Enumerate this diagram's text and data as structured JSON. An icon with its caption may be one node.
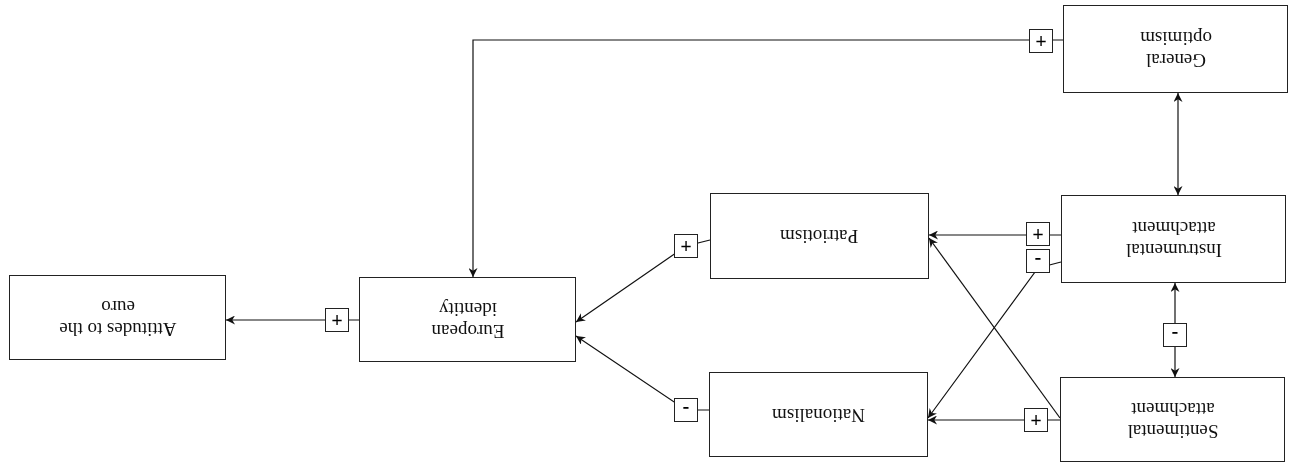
{
  "diagram": {
    "nodes": [
      {
        "text": [
          "General optimism"
        ]
      },
      {
        "text": [
          "Instrumental attachment"
        ]
      },
      {
        "text": [
          "Sentimental attachment"
        ]
      },
      {
        "text": [
          "Patriotism"
        ]
      },
      {
        "text": [
          "Nationalism"
        ]
      },
      {
        "text": [
          "European identity"
        ]
      },
      {
        "text": [
          "Attitudes to the euro"
        ]
      }
    ],
    "edges": [
      {
        "from": 0,
        "to": 5,
        "arrow": "to",
        "label": "+"
      },
      {
        "from": 0,
        "to": 1,
        "arrow": "both"
      },
      {
        "from": 1,
        "to": 2,
        "arrow": "both",
        "label": "-"
      },
      {
        "from": 1,
        "to": 3,
        "arrow": "to",
        "label": "+"
      },
      {
        "from": 1,
        "to": 4,
        "arrow": "to",
        "label": "-"
      },
      {
        "from": 2,
        "to": 4,
        "arrow": "to",
        "label": "+"
      },
      {
        "from": 2,
        "to": 3,
        "arrow": "to"
      },
      {
        "from": 3,
        "to": 5,
        "arrow": "to",
        "label": "+"
      },
      {
        "from": 4,
        "to": 5,
        "arrow": "to",
        "label": "-"
      },
      {
        "from": 5,
        "to": 6,
        "arrow": "to",
        "label": "+"
      }
    ]
  }
}
